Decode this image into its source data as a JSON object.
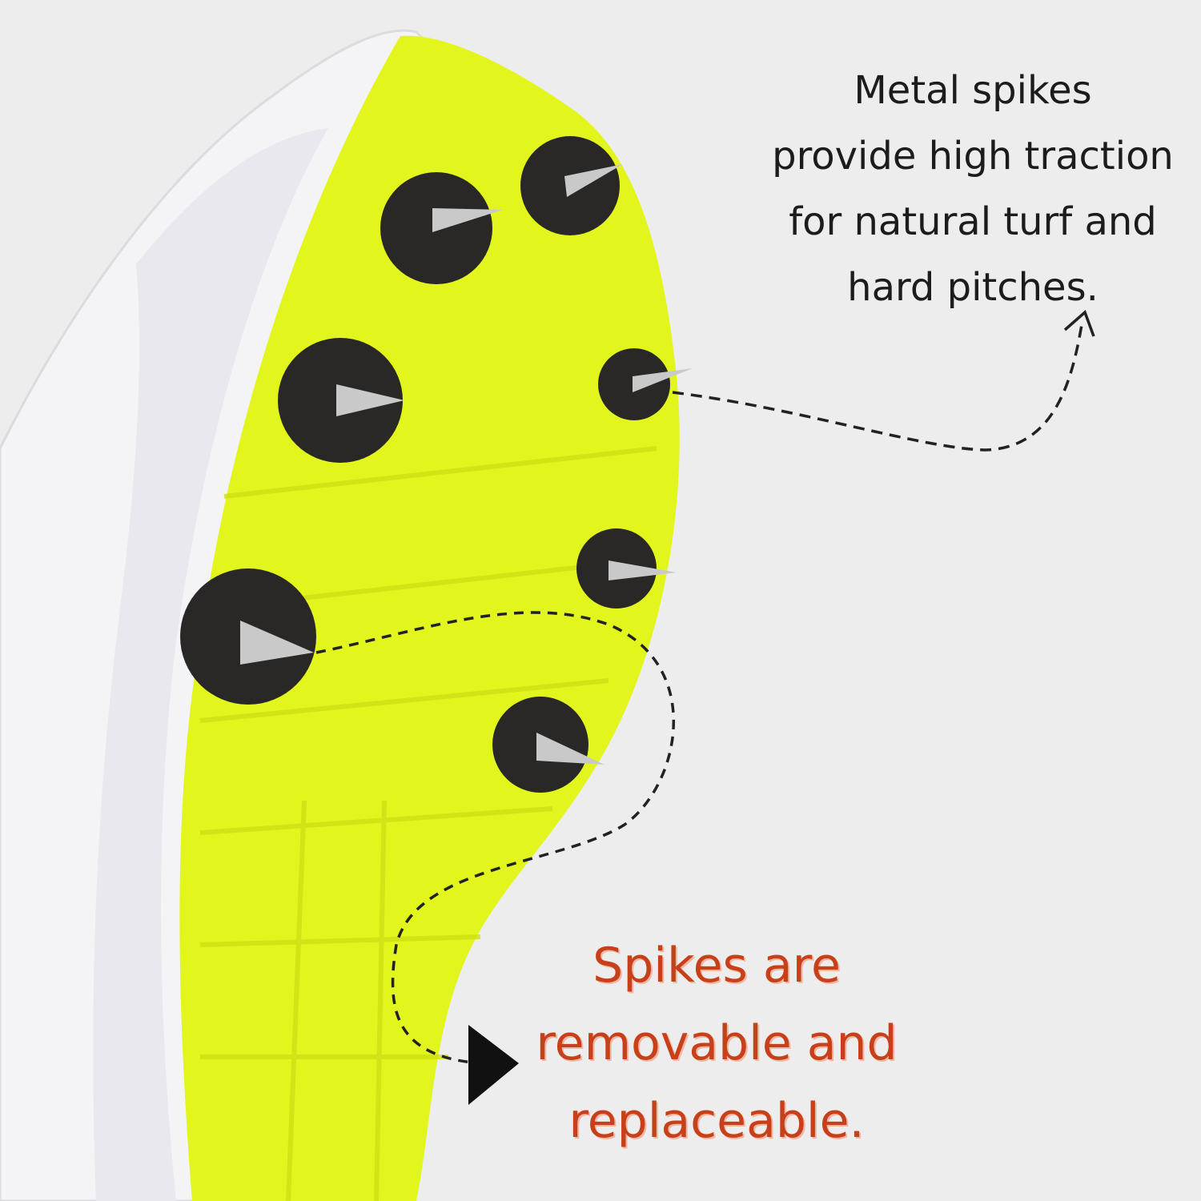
{
  "callouts": {
    "top": {
      "lines": [
        "Metal spikes",
        "provide high traction",
        "for natural turf and",
        "hard pitches."
      ]
    },
    "bottom": {
      "lines": [
        "Spikes are",
        "removable and",
        "replaceable."
      ]
    }
  },
  "colors": {
    "background": "#ededed",
    "sole": "#e2f51c",
    "upper": "#f4f4f6",
    "spike_plate": "#2a2826",
    "top_text": "#1c1c1c",
    "bottom_text": "#c8401a"
  },
  "spike_count": 7
}
